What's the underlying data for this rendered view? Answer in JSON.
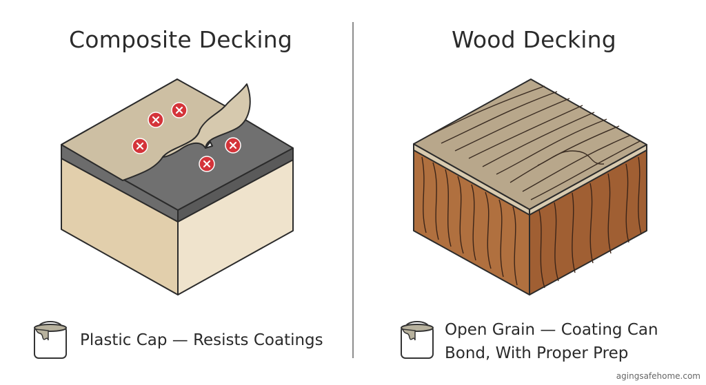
{
  "composite": {
    "title": "Composite Decking",
    "caption": "Plastic Cap — Resists Coatings",
    "icons": [
      "paint-can-icon",
      "x-mark-icon"
    ],
    "colors": {
      "cap_top": "#cfc0a4",
      "core": "#6f6f6f",
      "body": "#e3d0ae",
      "x_mark": "#d3343a"
    }
  },
  "wood": {
    "title": "Wood Decking",
    "caption_line1": "Open Grain — Coating Can",
    "caption_line2": "Bond, With Proper Prep",
    "icons": [
      "paint-can-icon"
    ],
    "colors": {
      "top": "#b9a88d",
      "grain": "#3a2b20",
      "front": "#a8663a"
    }
  },
  "watermark": "agingsafehome.com"
}
